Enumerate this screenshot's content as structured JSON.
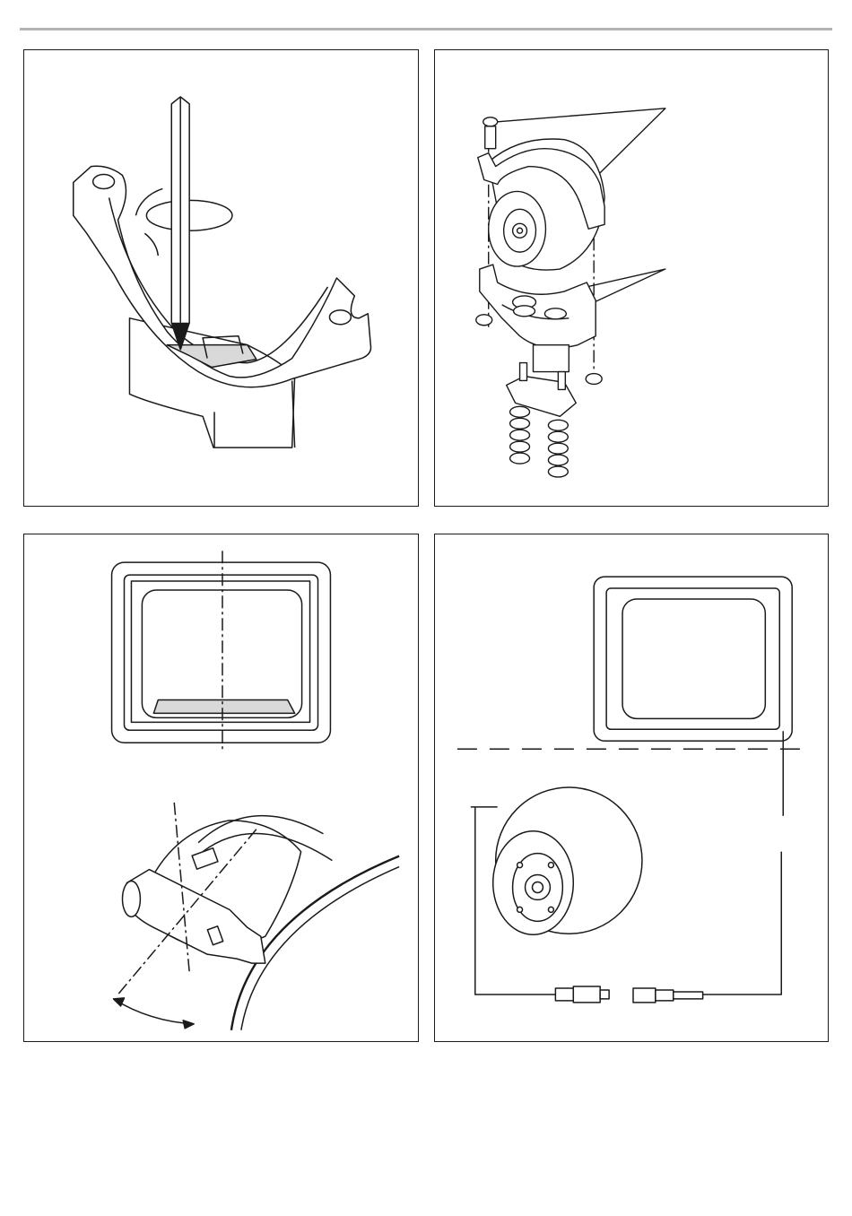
{
  "page": {
    "background": "#ffffff",
    "rule_color": "#b3b3b3",
    "line_color": "#1a1a1a",
    "fill_color": "#ffffff",
    "shade_color": "#d9d9d9"
  },
  "figures": [
    {
      "id": "fig-1",
      "icon": "screwdriver-tighten-mount-icon"
    },
    {
      "id": "fig-2",
      "icon": "camera-bracket-exploded-icon"
    },
    {
      "id": "fig-3",
      "icon": "monitor-angle-alignment-icon"
    },
    {
      "id": "fig-4",
      "icon": "monitor-camera-cable-connection-icon"
    }
  ]
}
